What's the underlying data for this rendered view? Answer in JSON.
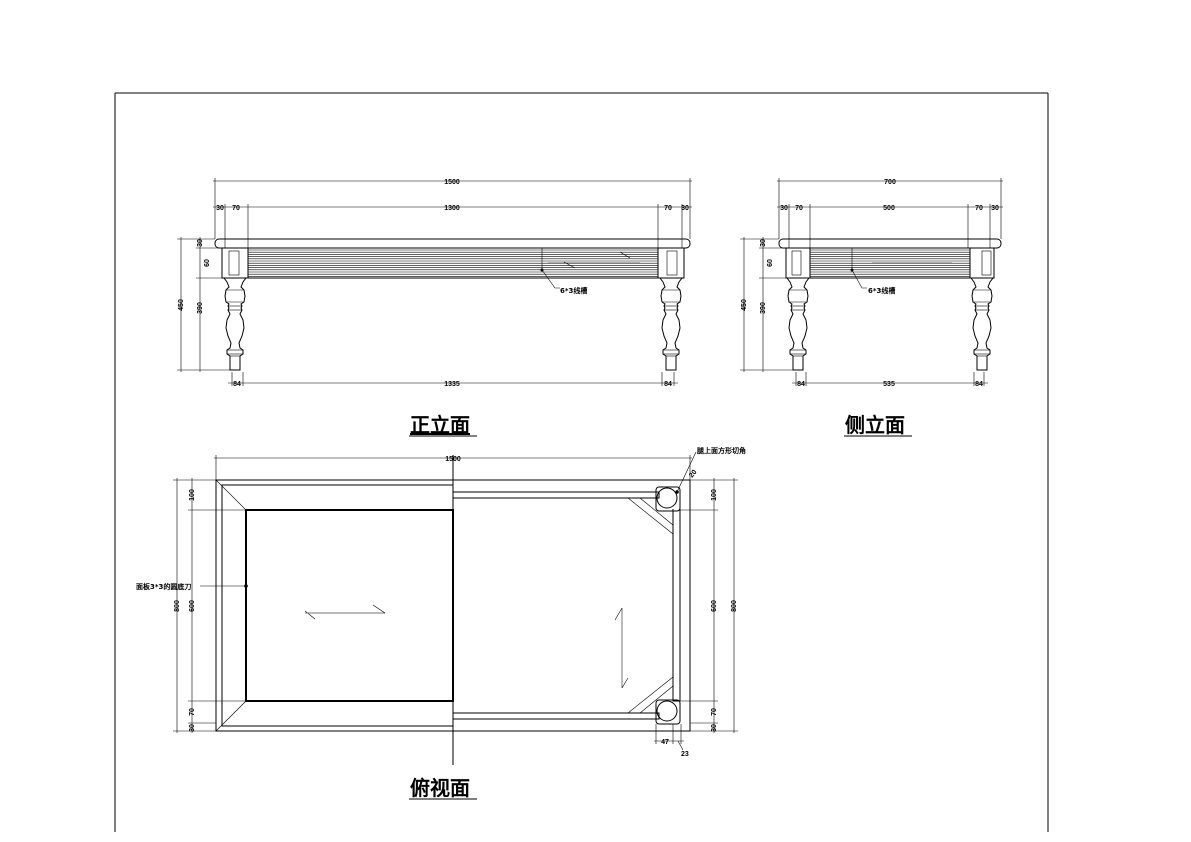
{
  "views": {
    "front": {
      "title": "正立面",
      "overall_width": "1500",
      "top_row": [
        "30",
        "70",
        "1300",
        "70",
        "30"
      ],
      "bottom_row": [
        "84",
        "1335",
        "84"
      ],
      "height_total": "450",
      "height_parts": [
        "30",
        "60",
        "390"
      ],
      "note": "6*3线槽"
    },
    "side": {
      "title": "侧立面",
      "overall_width": "700",
      "top_row": [
        "30",
        "70",
        "500",
        "70",
        "30"
      ],
      "bottom_row": [
        "84",
        "535",
        "84"
      ],
      "height_total": "450",
      "height_parts": [
        "30",
        "60",
        "390"
      ],
      "note": "6*3线槽"
    },
    "top": {
      "title": "俯视面",
      "overall_width": "1500",
      "overall_depth": "800",
      "left_parts": [
        "100",
        "600",
        "70",
        "30"
      ],
      "right_parts": [
        "100",
        "600",
        "70",
        "30"
      ],
      "leg_dims": [
        "47",
        "23"
      ],
      "corner_dim": "20",
      "note_corner": "腿上面方形切角",
      "note_panel": "面板3*3的圆底刀"
    }
  }
}
